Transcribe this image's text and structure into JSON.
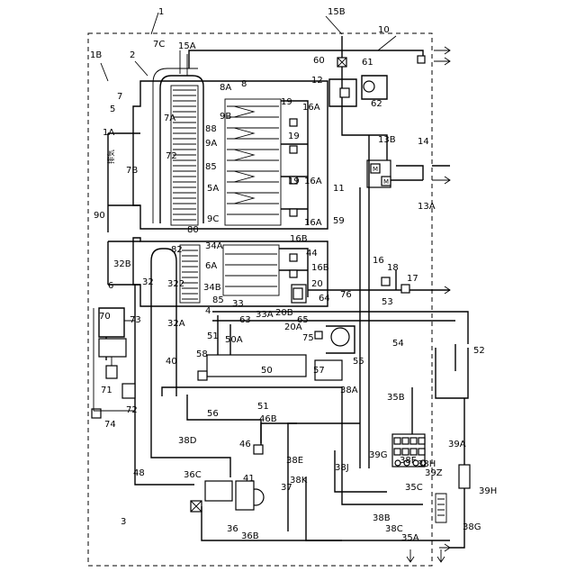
{
  "labels": {
    "l_1": "1",
    "l_1B": "1B",
    "l_2": "2",
    "l_7C": "7C",
    "l_15A": "15A",
    "l_15B": "15B",
    "l_10": "10",
    "l_60": "60",
    "l_61": "61",
    "l_12": "12",
    "l_62": "62",
    "l_7": "7",
    "l_5": "5",
    "l_8A": "8A",
    "l_8": "8",
    "l_7A": "7A",
    "l_9B": "9B",
    "l_19a": "19",
    "l_16Aa": "16A",
    "l_1A": "1A",
    "l_88": "88",
    "l_19b": "19",
    "l_9A": "9A",
    "l_72": "72",
    "l_85a": "85",
    "l_13B": "13B",
    "l_14": "14",
    "l_7B": "7B",
    "l_5A": "5A",
    "l_19c": "19",
    "l_16Ab": "16A",
    "l_11": "11",
    "l_13A": "13A",
    "l_90": "90",
    "l_9C": "9C",
    "l_16Ac": "16A",
    "l_59": "59",
    "l_80": "80",
    "l_16B": "16B",
    "l_34A": "34A",
    "l_44": "44",
    "l_32B": "32B",
    "l_82": "82",
    "l_6A": "6A",
    "l_34B": "34B",
    "l_18": "18",
    "l_16": "16",
    "l_16Bb": "16B",
    "l_17": "17",
    "l_6": "6",
    "l_32": "32",
    "l_322": "322",
    "l_85b": "85",
    "l_33": "33",
    "l_33A": "33A",
    "l_20": "20",
    "l_53": "53",
    "l_64": "64",
    "l_76": "76",
    "l_4": "4",
    "l_32A": "32A",
    "l_63": "63",
    "l_20B": "20B",
    "l_20A": "20A",
    "l_65": "65",
    "l_70": "70",
    "l_73": "73",
    "l_51a": "51",
    "l_50A": "50A",
    "l_75": "75",
    "l_54": "54",
    "l_55": "55",
    "l_52": "52",
    "l_40": "40",
    "l_58": "58",
    "l_57": "57",
    "l_71": "71",
    "l_50": "50",
    "l_72b": "72",
    "l_38A": "38A",
    "l_35B": "35B",
    "l_74": "74",
    "l_56": "56",
    "l_51b": "51",
    "l_46B": "46B",
    "l_38D": "38D",
    "l_46": "46",
    "l_39G": "39G",
    "l_38F": "38F",
    "l_39A": "39A",
    "l_38E": "38E",
    "l_38J": "38J",
    "l_38H": "38H",
    "l_39Z": "39Z",
    "l_48": "48",
    "l_36C": "36C",
    "l_41": "41",
    "l_38K": "38K",
    "l_37": "37",
    "l_35C": "35C",
    "l_39H": "39H",
    "l_36": "36",
    "l_36B": "36B",
    "l_3": "3",
    "l_38B": "38B",
    "l_38C": "38C",
    "l_35A": "35A",
    "l_38G": "38G"
  },
  "vertical_text": {
    "exhaust": "排気"
  }
}
